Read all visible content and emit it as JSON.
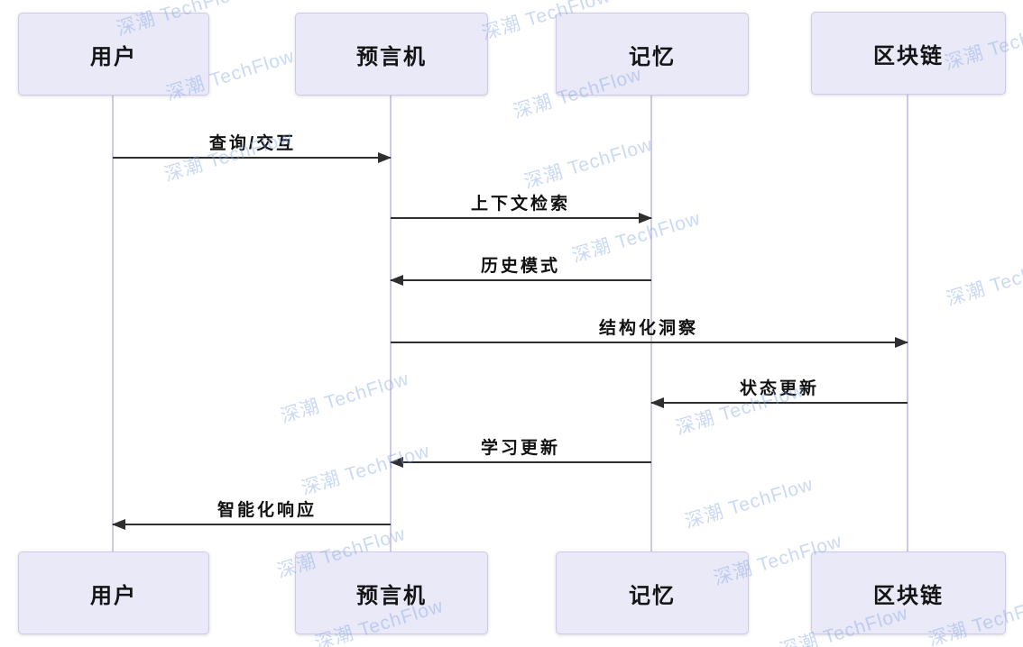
{
  "diagram": {
    "type": "sequence-diagram",
    "watermark": "深潮 TechFlow",
    "actors": [
      {
        "id": "user",
        "label": "用户"
      },
      {
        "id": "oracle",
        "label": "预言机"
      },
      {
        "id": "memory",
        "label": "记忆"
      },
      {
        "id": "blockchain",
        "label": "区块链"
      }
    ],
    "messages": [
      {
        "from": "用户",
        "to": "预言机",
        "label": "查询/交互",
        "direction": "right",
        "line": "solid"
      },
      {
        "from": "预言机",
        "to": "记忆",
        "label": "上下文检索",
        "direction": "right",
        "line": "solid"
      },
      {
        "from": "记忆",
        "to": "预言机",
        "label": "历史模式",
        "direction": "left",
        "line": "solid"
      },
      {
        "from": "预言机",
        "to": "区块链",
        "label": "结构化洞察",
        "direction": "right",
        "line": "solid"
      },
      {
        "from": "区块链",
        "to": "记忆",
        "label": "状态更新",
        "direction": "left",
        "line": "solid"
      },
      {
        "from": "记忆",
        "to": "预言机",
        "label": "学习更新",
        "direction": "left",
        "line": "solid"
      },
      {
        "from": "预言机",
        "to": "用户",
        "label": "智能化响应",
        "direction": "left",
        "line": "solid"
      }
    ],
    "colors": {
      "actor_fill": "#e9e9f8",
      "actor_border": "#cfcbe6",
      "lifeline": "#cfc9e9",
      "arrow": "#2f2f2f",
      "text": "#111111",
      "watermark": "#c3d4f2"
    }
  }
}
